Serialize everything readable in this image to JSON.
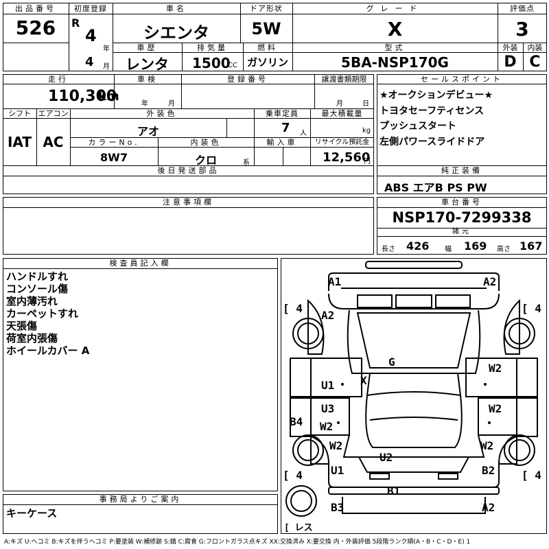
{
  "headers": {
    "lot_no": "出品番号",
    "first_reg": "初度登録",
    "car_name": "車名",
    "door": "ドア形状",
    "grade": "グレード",
    "score": "評価点",
    "history": "車歴",
    "displacement": "排気量",
    "fuel": "燃料",
    "model": "型式",
    "exterior": "外装",
    "interior": "内装",
    "mileage": "走行",
    "inspection": "車検",
    "reg_no": "登録番号",
    "transfer_deadline": "譲渡書類期限",
    "sales_points": "セールスポイント",
    "shift": "シフト",
    "aircon": "エアコン",
    "ext_color": "外装色",
    "capacity": "乗車定員",
    "max_load": "最大積載量",
    "color_no": "カラーNo.",
    "int_color": "内装色",
    "import": "輸入車",
    "recycle": "リサイクル預託金",
    "later_parts": "後日発送部品",
    "genuine_equip": "純正装備",
    "notes": "注意事項欄",
    "chassis_no": "車台番号",
    "specs": "諸元",
    "inspector": "検査員記入欄",
    "office": "事務局よりご案内"
  },
  "lot": {
    "number": "526"
  },
  "first_reg": {
    "era": "R",
    "year": "4",
    "year_unit": "年",
    "month": "4",
    "month_unit": "月"
  },
  "car_name": "シエンタ",
  "door": "5W",
  "grade": "X",
  "score": "3",
  "history": "レンタ",
  "displacement": {
    "value": "1500",
    "unit": "CC"
  },
  "fuel": "ガソリン",
  "model": "5BA-NSP170G",
  "exterior_score": "D",
  "interior_score": "C",
  "mileage": {
    "value": "110,300",
    "unit": "km"
  },
  "inspection": {
    "year_unit": "年",
    "month_unit": "月"
  },
  "transfer": {
    "month_unit": "月",
    "day_unit": "日"
  },
  "sales_points": [
    "★オークションデビュー★",
    "トヨタセーフティセンス",
    "プッシュスタート",
    "左側パワースライドドア"
  ],
  "shift": "IAT",
  "aircon": "AC",
  "ext_color": "アオ",
  "capacity": {
    "value": "7",
    "unit": "人"
  },
  "max_load": {
    "unit": "kg"
  },
  "color_no": "8W7",
  "int_color": {
    "value": "クロ",
    "unit": "系"
  },
  "recycle": {
    "value": "12,560",
    "unit": "円"
  },
  "genuine_equip": "ABS エアB PS PW",
  "chassis_no": "NSP170-7299338",
  "dimensions": {
    "length_label": "長さ",
    "length": "426",
    "width_label": "幅",
    "width": "169",
    "height_label": "高さ",
    "height": "167"
  },
  "inspector_notes": [
    "ハンドルすれ",
    "コンソール傷",
    "室内薄汚れ",
    "カーペットすれ",
    "天張傷",
    "荷室内張傷",
    "ホイールカバー A"
  ],
  "office_notes": [
    "キーケース"
  ],
  "damage_marks": {
    "front_left": "A1",
    "front_right": "A2",
    "hood_left": "A2",
    "tire_fl": "[ 4",
    "tire_fr": "[ 4",
    "tire_rl": "[ 4",
    "tire_rr": "[ 4",
    "roof": "G",
    "front_door_left_mark": "U1",
    "front_door_left_x": "X",
    "front_door_right": "W2",
    "rear_door_left_1": "U3",
    "rear_door_left_2": "W2",
    "rear_door_right": "W2",
    "rocker_left": "B4",
    "rear_qtr_left": "W2",
    "rear_qtr_right": "W2",
    "rear_lower_left": "U1",
    "rear_lower_right": "B2",
    "back_door": "U2",
    "rear_bumper_top": "B1",
    "rear_left": "B3",
    "rear_right": "A2",
    "spare": "[ レス"
  },
  "legend": "A:キズ U:ヘコミ B:キズを伴うヘコミ P:要塗装 W:補修跡 S:錆 C:腐食 G:フロントガラス点キズ XX:交換済み X:要交換 内・外装評価 5段階ランク順(A・B・C・D・E) 1"
}
